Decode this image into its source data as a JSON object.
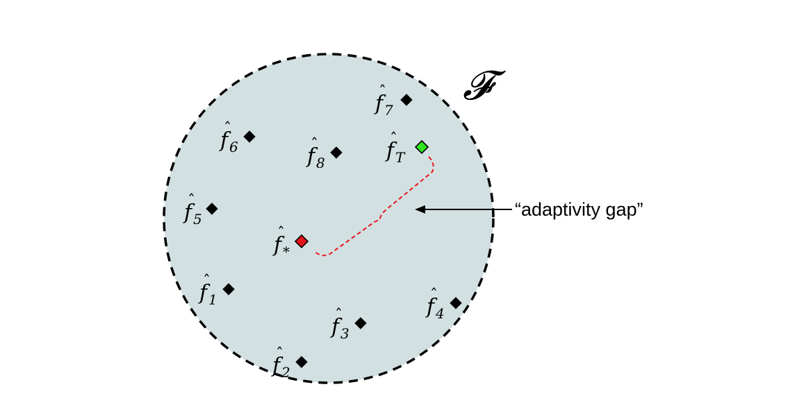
{
  "set_label": "𝓕",
  "callout_text": "“adaptivity gap”",
  "colors": {
    "set_fill": "#d2e0e2",
    "set_border": "#000000",
    "point": "#000000",
    "optimum": "#e8141b",
    "target": "#33e61f",
    "gap_path": "#e8141b",
    "arrow": "#000000"
  },
  "points": [
    {
      "id": "f1",
      "base": "f",
      "sub": "1",
      "marker": "point"
    },
    {
      "id": "f2",
      "base": "f",
      "sub": "2",
      "marker": "point"
    },
    {
      "id": "f3",
      "base": "f",
      "sub": "3",
      "marker": "point"
    },
    {
      "id": "f4",
      "base": "f",
      "sub": "4",
      "marker": "point"
    },
    {
      "id": "f5",
      "base": "f",
      "sub": "5",
      "marker": "point"
    },
    {
      "id": "f6",
      "base": "f",
      "sub": "6",
      "marker": "point"
    },
    {
      "id": "f7",
      "base": "f",
      "sub": "7",
      "marker": "point"
    },
    {
      "id": "f8",
      "base": "f",
      "sub": "8",
      "marker": "point"
    },
    {
      "id": "fstar",
      "base": "f",
      "sub": "*",
      "marker": "optimum"
    },
    {
      "id": "fT",
      "base": "f",
      "sub": "T",
      "marker": "target"
    }
  ]
}
